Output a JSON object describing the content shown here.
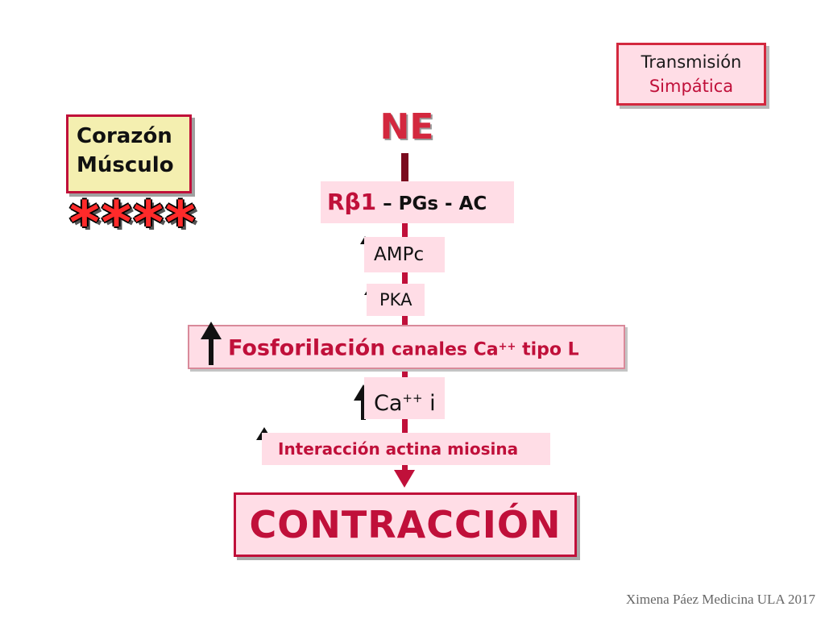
{
  "transmision": {
    "line1": "Transmisión",
    "line2": "Simpática"
  },
  "organ": {
    "line1": "Corazón",
    "line2": "Músculo",
    "stars": "****"
  },
  "cascade": {
    "ne": "NE",
    "receptor": {
      "r": "Rβ1",
      "rest": " – PGs - AC"
    },
    "ampc": "AMPc",
    "pka": "PKA",
    "fosfo": {
      "main": "Fosforilación",
      "rest": " canales Ca",
      "sup": "++",
      "tail": " tipo L"
    },
    "cai": {
      "base": "Ca",
      "sup": "++",
      "tail": " i"
    },
    "interaccion": "Interacción actina miosina",
    "result": "CONTRACCIÓN"
  },
  "footer": "Ximena Páez Medicina ULA 2017",
  "colors": {
    "accent": "#c0103a",
    "pink_box": "#ffdde6",
    "yellow_box": "#f4efb0"
  }
}
